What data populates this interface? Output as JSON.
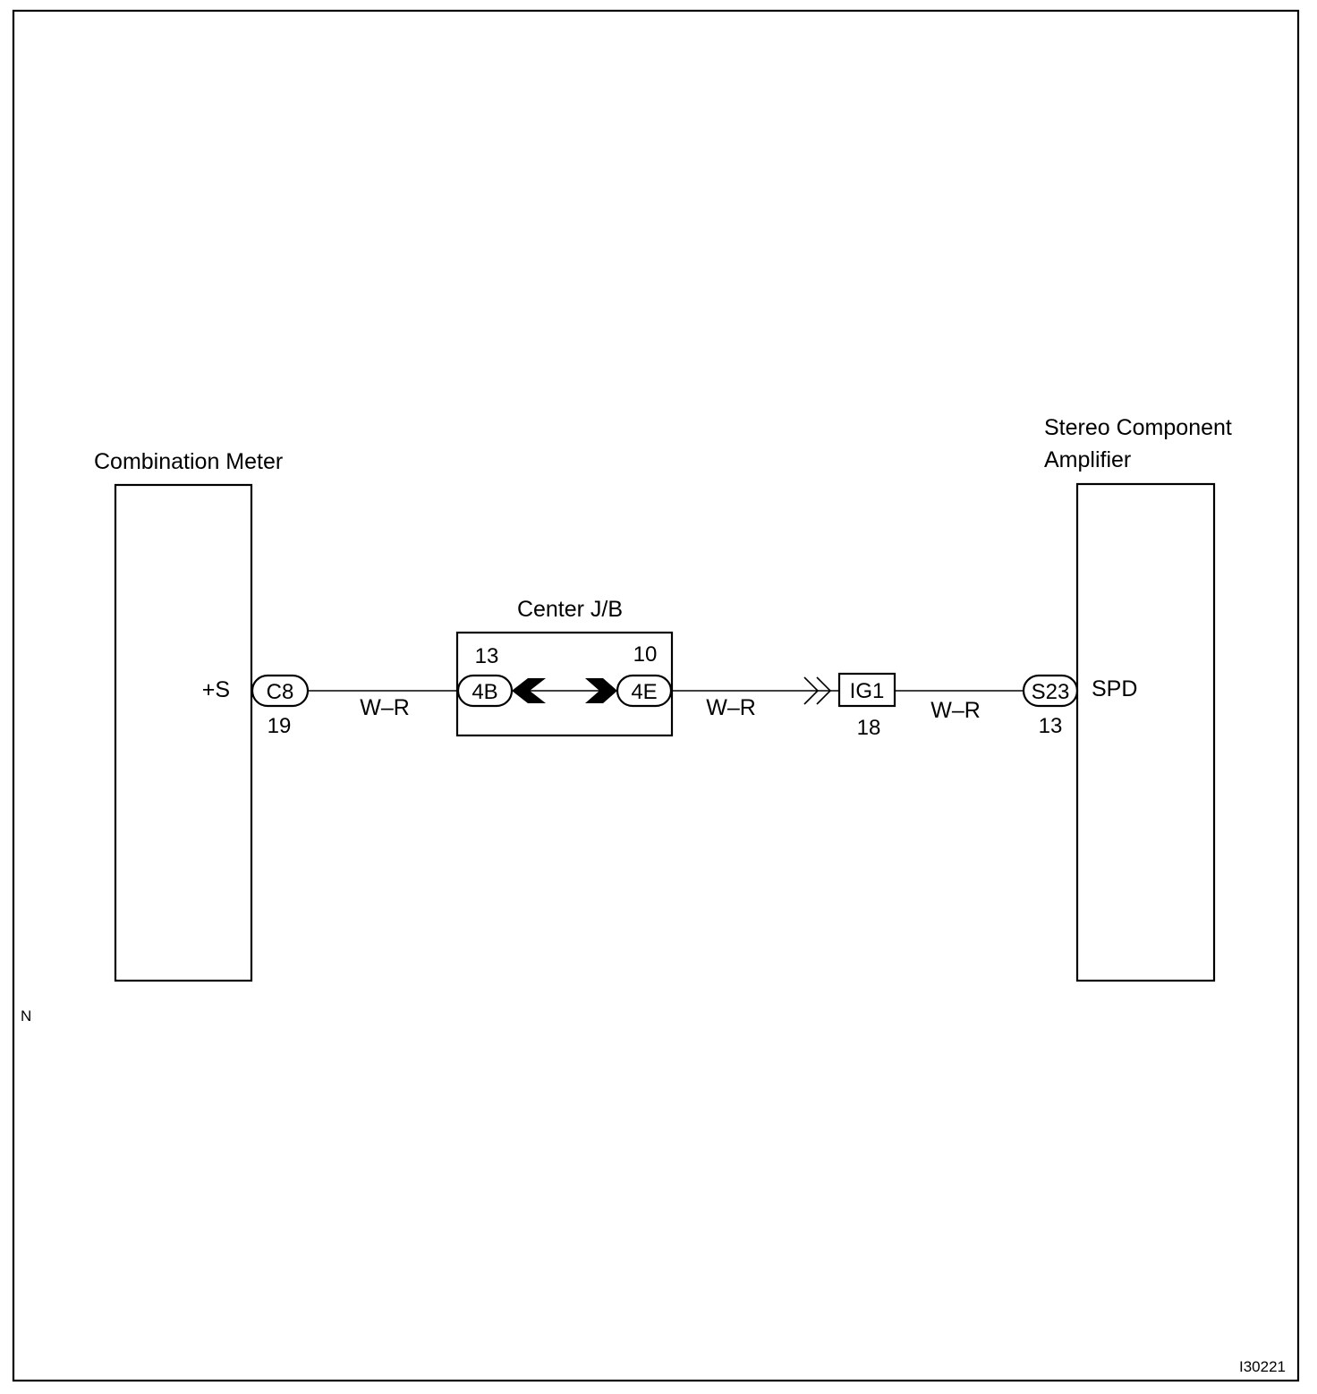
{
  "components": {
    "combination_meter": {
      "name": "Combination Meter",
      "terminal": "+S"
    },
    "stereo_amplifier": {
      "name_line1": "Stereo Component",
      "name_line2": "Amplifier",
      "terminal": "SPD"
    },
    "center_jb": {
      "name": "Center J/B"
    }
  },
  "connectors": {
    "c8": {
      "code": "C8",
      "pin": "19"
    },
    "jb_4b": {
      "code": "4B",
      "pin": "13"
    },
    "jb_4e": {
      "code": "4E",
      "pin": "10"
    },
    "ig1": {
      "code": "IG1",
      "pin": "18"
    },
    "s23": {
      "code": "S23",
      "pin": "13"
    }
  },
  "wires": {
    "meter_to_jb": "W–R",
    "jb_to_ig1": "W–R",
    "ig1_to_amp": "W–R"
  },
  "margin_mark": "N",
  "figure_id": "I30221"
}
